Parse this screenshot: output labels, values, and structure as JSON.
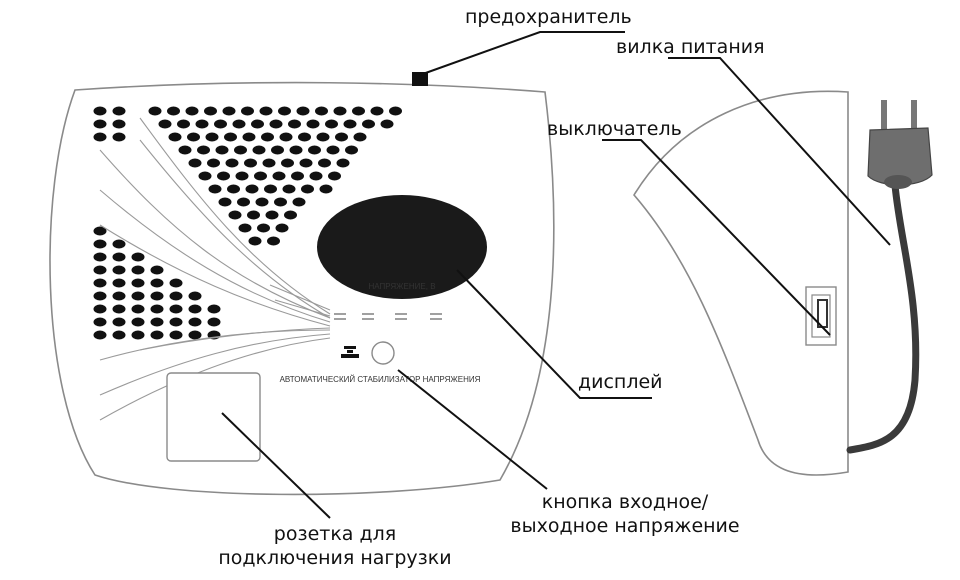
{
  "labels": {
    "fuse": "предохранитель",
    "plug": "вилка питания",
    "switch": "выключатель",
    "display": "дисплей",
    "button_line1": "кнопка входное/",
    "button_line2": "выходное напряжение",
    "socket_line1": "розетка для",
    "socket_line2": "подключения нагрузки"
  },
  "device": {
    "display_caption": "НАПРЯЖЕНИЕ, В",
    "front_caption": "АВТОМАТИЧЕСКИЙ СТАБИЛИЗАТОР НАПРЯЖЕНИЯ"
  },
  "colors": {
    "outline": "#8a8a8a",
    "display": "#1a1a1a",
    "plug": "#6e6e6e",
    "cable": "#3a3a3a",
    "leader": "#111111"
  }
}
